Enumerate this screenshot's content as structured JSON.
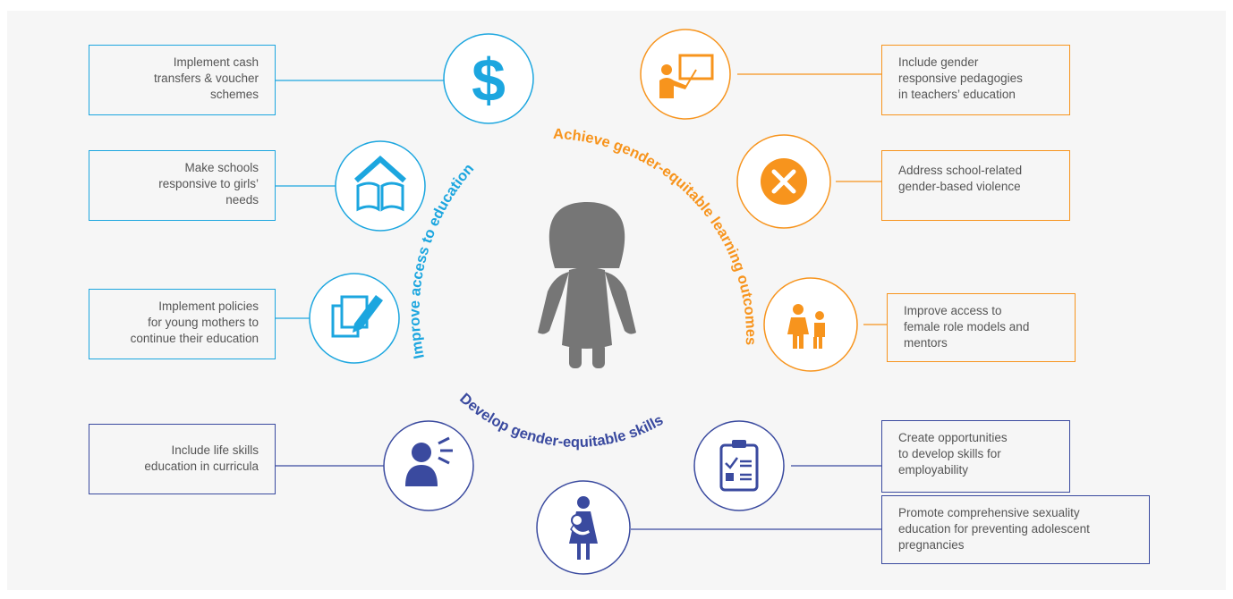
{
  "colors": {
    "cyan": "#1ca6df",
    "orange": "#f7941d",
    "navy": "#3a4a9f",
    "figure": "#767676",
    "background": "#f6f6f6"
  },
  "arcs": {
    "access": "Improve access to education",
    "learning": "Achieve gender-equitable learning outcomes",
    "skills": "Develop gender-equitable skills"
  },
  "boxes": {
    "cash": "Implement cash transfers & voucher schemes",
    "schools": "Make schools responsive to girls’ needs",
    "mothers": "Implement policies for young mothers to continue their education",
    "life_skills": "Include life skills education in curricula",
    "pedagogies": "Include gender responsive pedagogies in teachers’ education",
    "violence": "Address school-related gender-based violence",
    "role_models": "Improve access to female role models and mentors",
    "employability": "Create opportunities to develop skills for employability",
    "sexuality": "Promote comprehensive sexuality education for preventing adolescent pregnancies"
  },
  "lines": {
    "cash": [
      "Implement cash",
      "transfers & voucher",
      "schemes"
    ],
    "schools": [
      "Make schools",
      "responsive to girls’",
      "needs"
    ],
    "mothers": [
      "Implement policies",
      "for young mothers to",
      "continue their education"
    ],
    "life_skills": [
      "Include life skills",
      "education in curricula"
    ],
    "pedagogies": [
      "Include gender",
      "responsive pedagogies",
      "in teachers’ education"
    ],
    "violence": [
      "Address school-related",
      "gender-based violence"
    ],
    "role_models": [
      "Improve access to",
      "female role models and",
      "mentors"
    ],
    "employability": [
      "Create opportunities",
      "to develop skills for",
      "employability"
    ],
    "sexuality": [
      "Promote comprehensive sexuality",
      "education for preventing adolescent",
      "pregnancies"
    ]
  },
  "icons": [
    "dollar-icon",
    "school-book-icon",
    "document-pencil-icon",
    "speaking-person-icon",
    "teacher-board-icon",
    "cross-mark-icon",
    "mother-child-icon",
    "clipboard-checklist-icon",
    "girl-with-baby-icon",
    "girl-figure-icon"
  ]
}
